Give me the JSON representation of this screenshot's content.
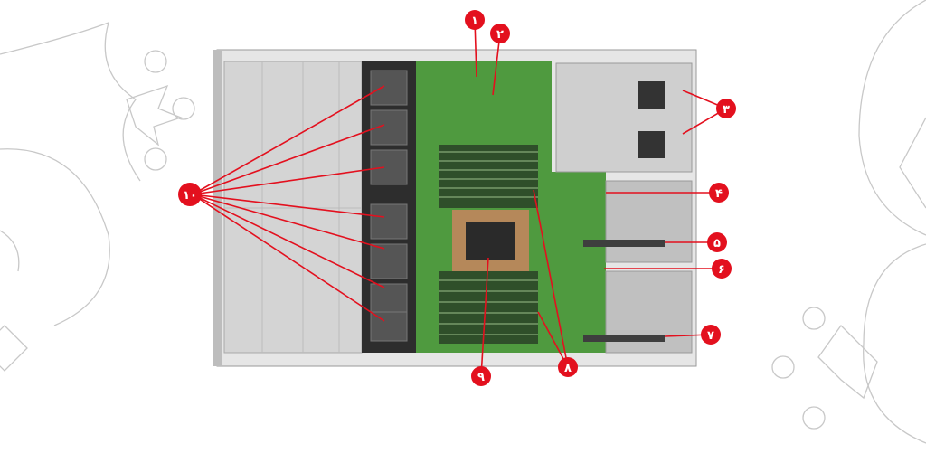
{
  "colors": {
    "callout": "#e3101e",
    "board": "#4f9a3f",
    "chassis": "#d9d9d9",
    "decor": "#c8c8c8"
  },
  "callouts": [
    {
      "label": "۱"
    },
    {
      "label": "۲"
    },
    {
      "label": "۳"
    },
    {
      "label": "۴"
    },
    {
      "label": "۵"
    },
    {
      "label": "۶"
    },
    {
      "label": "۷"
    },
    {
      "label": "۸"
    },
    {
      "label": "۹"
    },
    {
      "label": "۱۰"
    }
  ]
}
